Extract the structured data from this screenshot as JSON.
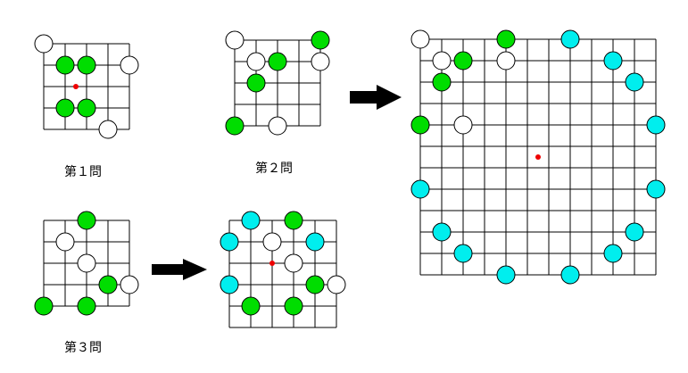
{
  "colors": {
    "green": "#00dd00",
    "white": "#ffffff",
    "cyan": "#00eeee",
    "center": "#ee0000",
    "grid": "#000000"
  },
  "labels": {
    "q1": "第１問",
    "q2": "第２問",
    "q3": "第３問"
  },
  "icons": {
    "arrow": "right-arrow-icon"
  },
  "boards": [
    {
      "id": "q1",
      "size": 4,
      "center": [
        1.5,
        2
      ],
      "stones": [
        {
          "c": "white",
          "x": 0,
          "y": 0
        },
        {
          "c": "green",
          "x": 1,
          "y": 1
        },
        {
          "c": "green",
          "x": 2,
          "y": 1
        },
        {
          "c": "white",
          "x": 4,
          "y": 1
        },
        {
          "c": "green",
          "x": 1,
          "y": 3
        },
        {
          "c": "green",
          "x": 2,
          "y": 3
        },
        {
          "c": "white",
          "x": 3,
          "y": 4
        }
      ]
    },
    {
      "id": "q2",
      "size": 4,
      "stones": [
        {
          "c": "white",
          "x": 0,
          "y": 0
        },
        {
          "c": "green",
          "x": 4,
          "y": 0
        },
        {
          "c": "white",
          "x": 1,
          "y": 1
        },
        {
          "c": "green",
          "x": 2,
          "y": 1
        },
        {
          "c": "white",
          "x": 4,
          "y": 1
        },
        {
          "c": "green",
          "x": 1,
          "y": 2
        },
        {
          "c": "green",
          "x": 0,
          "y": 4
        },
        {
          "c": "white",
          "x": 2,
          "y": 4
        }
      ]
    },
    {
      "id": "q3",
      "size": 4,
      "stones": [
        {
          "c": "green",
          "x": 2,
          "y": 0
        },
        {
          "c": "white",
          "x": 1,
          "y": 1
        },
        {
          "c": "white",
          "x": 2,
          "y": 2
        },
        {
          "c": "green",
          "x": 3,
          "y": 3
        },
        {
          "c": "white",
          "x": 4,
          "y": 3
        },
        {
          "c": "green",
          "x": 0,
          "y": 4
        },
        {
          "c": "green",
          "x": 2,
          "y": 4
        }
      ]
    },
    {
      "id": "q3-expanded",
      "size": 5,
      "center": [
        2,
        2
      ],
      "stones": [
        {
          "c": "cyan",
          "x": 1,
          "y": 0
        },
        {
          "c": "green",
          "x": 3,
          "y": 0
        },
        {
          "c": "cyan",
          "x": 0,
          "y": 1
        },
        {
          "c": "white",
          "x": 2,
          "y": 1
        },
        {
          "c": "cyan",
          "x": 4,
          "y": 1
        },
        {
          "c": "white",
          "x": 3,
          "y": 2
        },
        {
          "c": "cyan",
          "x": 0,
          "y": 3
        },
        {
          "c": "green",
          "x": 4,
          "y": 3
        },
        {
          "c": "white",
          "x": 5,
          "y": 3
        },
        {
          "c": "green",
          "x": 1,
          "y": 4
        },
        {
          "c": "green",
          "x": 3,
          "y": 4
        }
      ]
    },
    {
      "id": "q2-expanded",
      "size": 11,
      "center": [
        5.5,
        5.5
      ],
      "stones": [
        {
          "c": "white",
          "x": 0,
          "y": 0
        },
        {
          "c": "green",
          "x": 4,
          "y": 0
        },
        {
          "c": "cyan",
          "x": 7,
          "y": 0
        },
        {
          "c": "white",
          "x": 1,
          "y": 1
        },
        {
          "c": "green",
          "x": 2,
          "y": 1
        },
        {
          "c": "white",
          "x": 4,
          "y": 1
        },
        {
          "c": "cyan",
          "x": 9,
          "y": 1
        },
        {
          "c": "green",
          "x": 1,
          "y": 2
        },
        {
          "c": "cyan",
          "x": 10,
          "y": 2
        },
        {
          "c": "green",
          "x": 0,
          "y": 4
        },
        {
          "c": "white",
          "x": 2,
          "y": 4
        },
        {
          "c": "cyan",
          "x": 11,
          "y": 4
        },
        {
          "c": "cyan",
          "x": 0,
          "y": 7
        },
        {
          "c": "cyan",
          "x": 11,
          "y": 7
        },
        {
          "c": "cyan",
          "x": 1,
          "y": 9
        },
        {
          "c": "cyan",
          "x": 10,
          "y": 9
        },
        {
          "c": "cyan",
          "x": 2,
          "y": 10
        },
        {
          "c": "cyan",
          "x": 9,
          "y": 10
        },
        {
          "c": "cyan",
          "x": 4,
          "y": 11
        },
        {
          "c": "cyan",
          "x": 7,
          "y": 11
        }
      ]
    }
  ]
}
